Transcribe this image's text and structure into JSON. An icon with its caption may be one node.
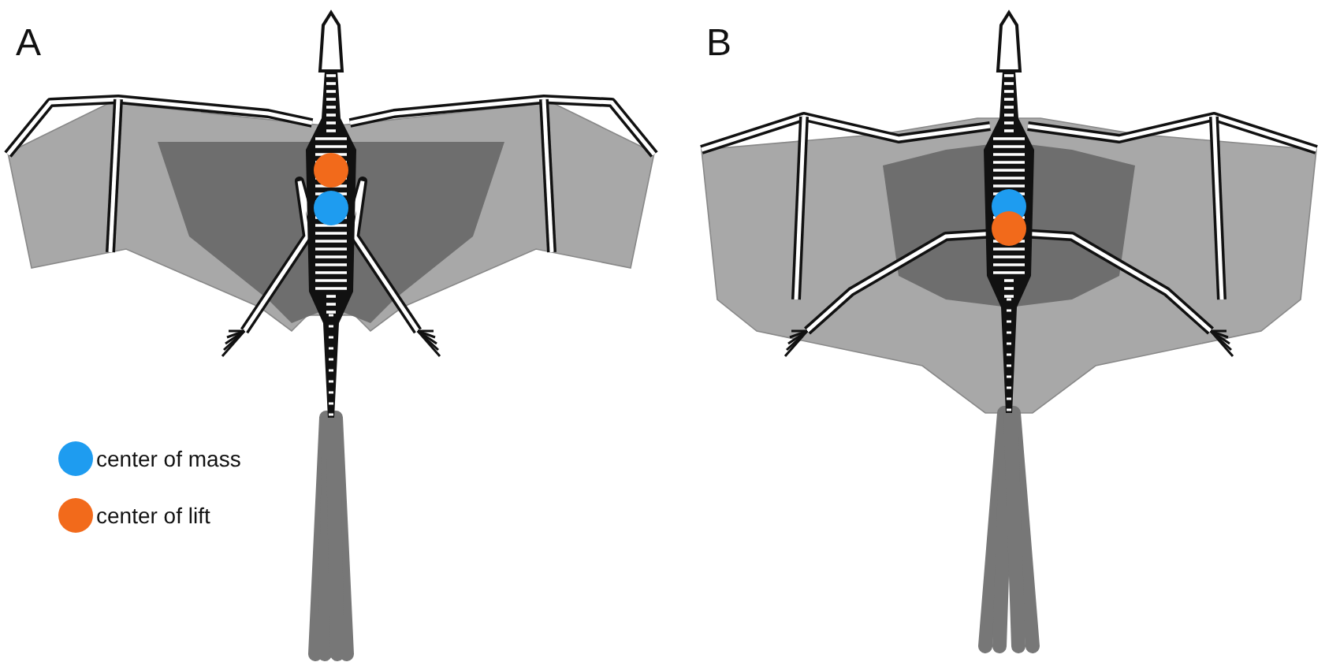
{
  "diagram": {
    "labels": [
      "A",
      "B"
    ],
    "legend": [
      {
        "text": "center of mass",
        "color": "#1e9cf0"
      },
      {
        "text": "center of lift",
        "color": "#f26a1b"
      }
    ]
  }
}
